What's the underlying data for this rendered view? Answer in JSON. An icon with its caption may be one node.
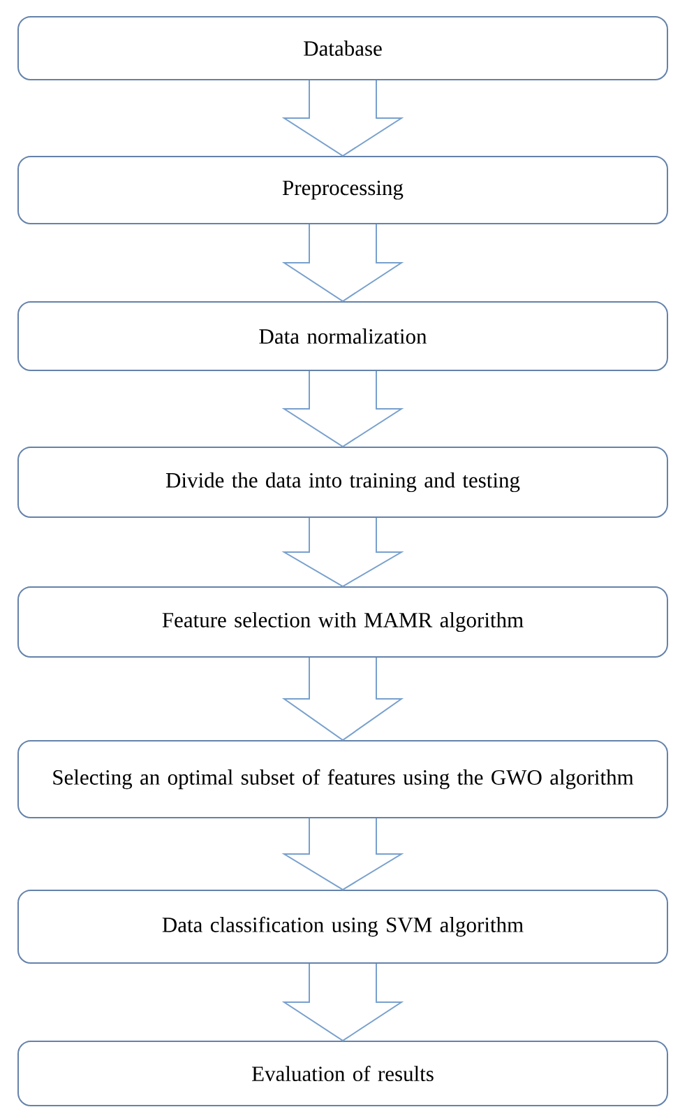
{
  "diagram": {
    "nodes": [
      {
        "text": [
          "Database"
        ]
      },
      {
        "text": [
          "Preprocessing"
        ]
      },
      {
        "text": [
          "Data normalization"
        ]
      },
      {
        "text": [
          "Divide the data into training and testing"
        ]
      },
      {
        "text": [
          "Feature selection with MAMR algorithm"
        ]
      },
      {
        "text": [
          "Selecting an optimal subset of features using the GWO algorithm"
        ]
      },
      {
        "text": [
          "Data classification using SVM algorithm"
        ]
      },
      {
        "text": [
          "Evaluation of results"
        ]
      }
    ],
    "edges": [
      {
        "from": 0,
        "to": 1,
        "arrow": "to"
      },
      {
        "from": 1,
        "to": 2,
        "arrow": "to"
      },
      {
        "from": 2,
        "to": 3,
        "arrow": "to"
      },
      {
        "from": 3,
        "to": 4,
        "arrow": "to"
      },
      {
        "from": 4,
        "to": 5,
        "arrow": "to"
      },
      {
        "from": 5,
        "to": 6,
        "arrow": "to"
      },
      {
        "from": 6,
        "to": 7,
        "arrow": "to"
      }
    ]
  }
}
